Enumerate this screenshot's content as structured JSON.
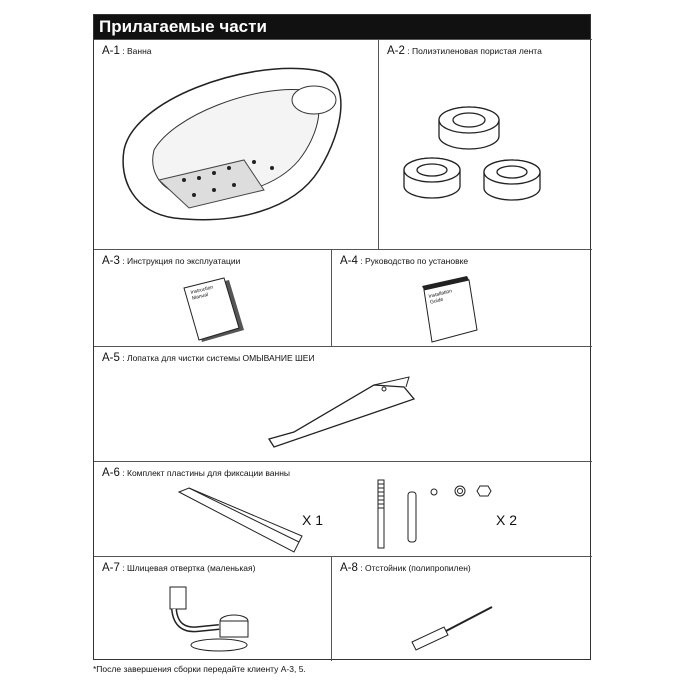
{
  "title": "Прилагаемые части",
  "parts": [
    {
      "id": "A-1",
      "name": "Ванна"
    },
    {
      "id": "A-2",
      "name": "Полиэтиленовая пористая лента"
    },
    {
      "id": "A-3",
      "name": "Инструкция по эксплуатации",
      "book_text": "Instruction Manual"
    },
    {
      "id": "A-4",
      "name": "Руководство по установке",
      "book_text": "Installation Guide"
    },
    {
      "id": "A-5",
      "name": "Лопатка для чистки системы ОМЫВАНИЕ ШЕИ"
    },
    {
      "id": "A-6",
      "name": "Комплект пластины для фиксации ванны",
      "qty_plate": "X 1",
      "qty_hardware": "X 2"
    },
    {
      "id": "A-7",
      "name": "Шлицевая отвертка (маленькая)"
    },
    {
      "id": "A-8",
      "name": "Отстойник (полипропилен)"
    }
  ],
  "footnote": "*После завершения сборки передайте клиенту А-3, 5."
}
